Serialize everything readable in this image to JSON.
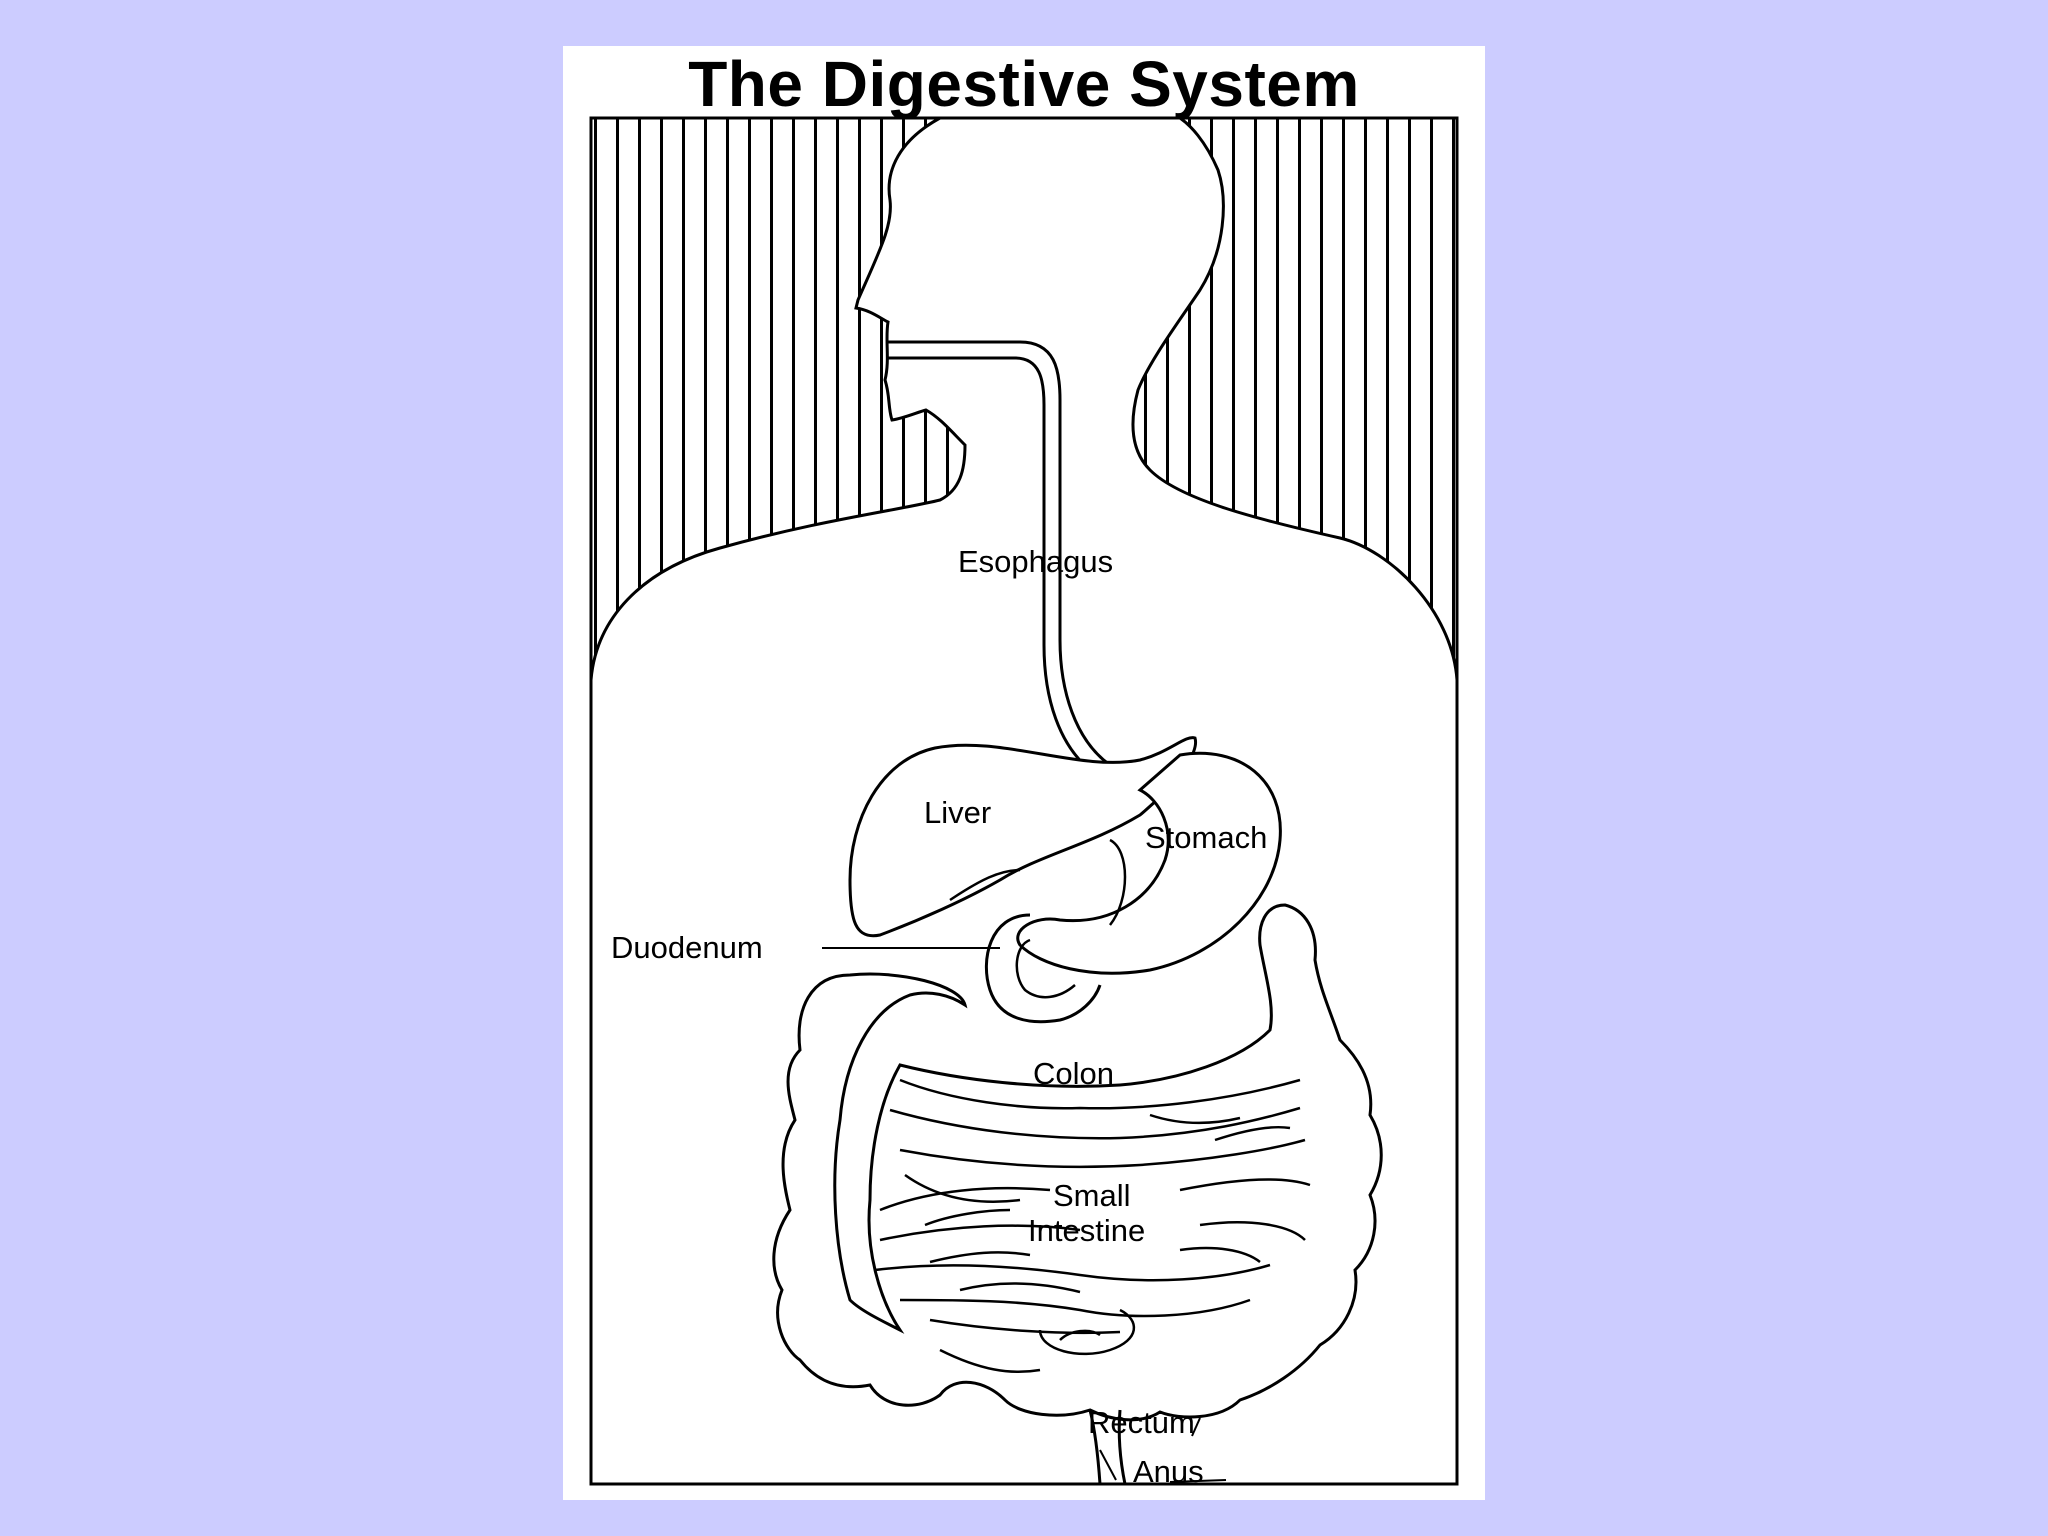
{
  "background_color": "#ccccff",
  "figure": {
    "title": "The Digestive System",
    "labels": {
      "esophagus": "Esophagus",
      "liver": "Liver",
      "stomach": "Stomach",
      "duodenum": "Duodenum",
      "colon": "Colon",
      "small_intestine_line1": "Small",
      "small_intestine_line2": "Intestine",
      "rectum": "Rectum",
      "anus": "Anus"
    }
  }
}
